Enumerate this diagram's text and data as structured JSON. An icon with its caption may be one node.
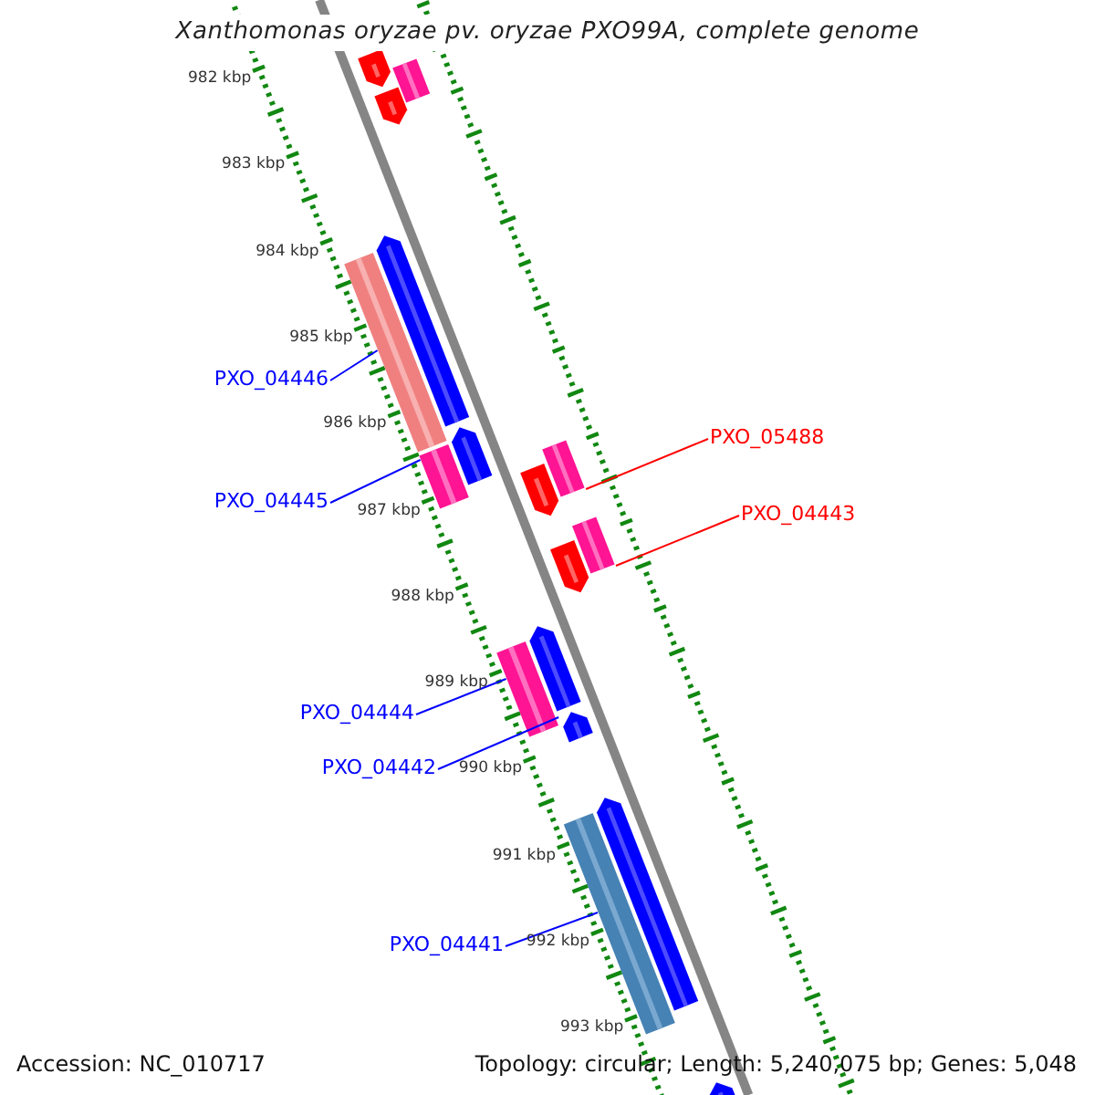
{
  "diagram": {
    "title": "Xanthomonas oryzae pv. oryzae PXO99A, complete genome",
    "nodes": [
      {
        "text": [
          "PXO_04446"
        ]
      },
      {
        "text": [
          "PXO_05488"
        ]
      },
      {
        "text": [
          "PXO_04445"
        ]
      },
      {
        "text": [
          "PXO_04443"
        ]
      },
      {
        "text": [
          "PXO_04444"
        ]
      },
      {
        "text": [
          "PXO_04442"
        ]
      },
      {
        "text": [
          "PXO_04441"
        ]
      },
      {
        "text": [],
        "shape": "pentagon"
      },
      {
        "text": [],
        "shape": "pentagon"
      },
      {
        "text": [],
        "shape": "bar"
      },
      {
        "text": [],
        "shape": "pentagon"
      },
      {
        "text": [],
        "shape": "bar"
      },
      {
        "text": [],
        "shape": "pentagon"
      },
      {
        "text": [],
        "shape": "bar"
      },
      {
        "text": [],
        "shape": "bar"
      },
      {
        "text": [],
        "shape": "pentagon"
      },
      {
        "text": [],
        "shape": "bar"
      },
      {
        "text": [],
        "shape": "pentagon"
      },
      {
        "text": [],
        "shape": "bar"
      },
      {
        "text": [],
        "shape": "pentagon"
      },
      {
        "text": [],
        "shape": "pentagon"
      },
      {
        "text": [],
        "shape": "bar"
      },
      {
        "text": [],
        "shape": "pentagon"
      },
      {
        "text": [],
        "shape": "pentagon"
      }
    ],
    "edges": [
      {
        "from": 0,
        "to": 14,
        "arrow": "none"
      },
      {
        "from": 1,
        "to": 11,
        "arrow": "none",
        "color": "#ff0000"
      },
      {
        "from": 2,
        "to": 16,
        "arrow": "none"
      },
      {
        "from": 3,
        "to": 13,
        "arrow": "none",
        "color": "#ff0000"
      },
      {
        "from": 4,
        "to": 18,
        "arrow": "none"
      },
      {
        "from": 5,
        "to": 20,
        "arrow": "none"
      },
      {
        "from": 6,
        "to": 21,
        "arrow": "none"
      }
    ],
    "labels": [
      "982 kbp",
      "983 kbp",
      "984 kbp",
      "985 kbp",
      "986 kbp",
      "987 kbp",
      "988 kbp",
      "989 kbp",
      "990 kbp",
      "991 kbp",
      "992 kbp",
      "993 kbp",
      "Accession: NC_010717",
      "Topology: circular; Length: 5,240,075 bp; Genes: 5,048"
    ]
  }
}
